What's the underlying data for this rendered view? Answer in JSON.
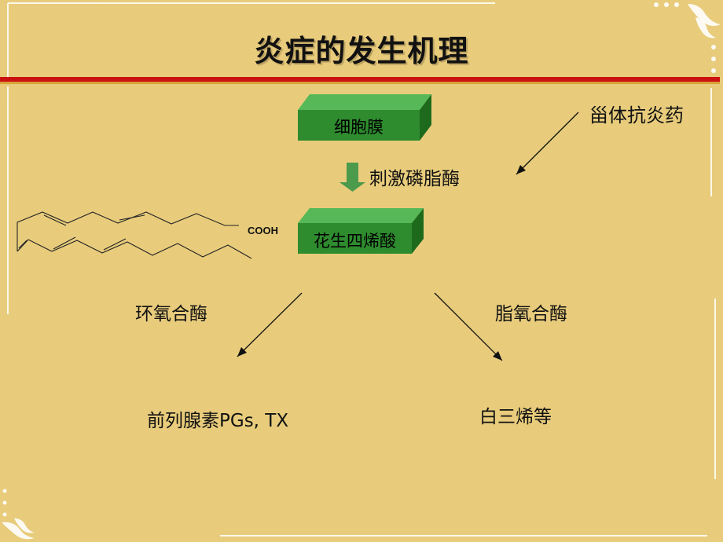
{
  "title": "炎症的发生机理",
  "nodes": {
    "membrane": "细胞膜",
    "arachidonic_acid": "花生四烯酸"
  },
  "labels": {
    "stimulus_enzyme": "刺激磷脂酶",
    "steroid": "甾体抗炎药",
    "cox": "环氧合酶",
    "lox": "脂氧合酶",
    "prostaglandins": "前列腺素PGs, TX",
    "leukotrienes": "白三烯等",
    "cooh": "COOH"
  },
  "colors": {
    "background": "#e8cc7c",
    "box_front": "#2e8b2e",
    "box_top": "#56b856",
    "box_side": "#1d6a1d",
    "title_bar": "#cc1111",
    "down_arrow": "#4c9a4c"
  }
}
